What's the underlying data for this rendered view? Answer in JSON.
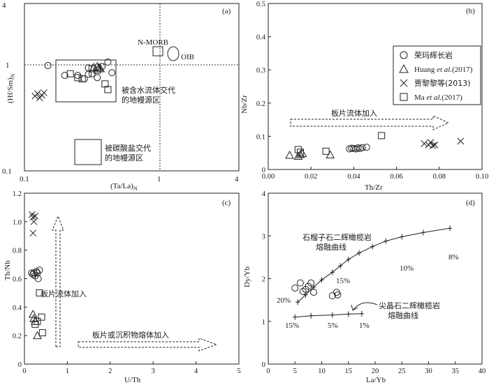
{
  "chart_data": [
    {
      "panel": "(a)",
      "type": "scatter",
      "xscale": "log",
      "yscale": "log",
      "xlim": [
        0.1,
        4
      ],
      "ylim": [
        0.1,
        4
      ],
      "xlabel": "(Ta/La)N",
      "ylabel": "(Hf/Sm)N",
      "xticks": [
        0.1,
        1,
        4
      ],
      "yticks": [
        0.1,
        1,
        4
      ],
      "reference_lines": {
        "x": 1,
        "y": 1
      },
      "series": [
        {
          "name": "荣玛辉长岩",
          "marker": "circle",
          "points": [
            [
              0.15,
              1.02
            ],
            [
              0.2,
              0.82
            ],
            [
              0.25,
              0.82
            ],
            [
              0.28,
              0.76
            ],
            [
              0.3,
              0.84
            ],
            [
              0.32,
              0.85
            ],
            [
              0.3,
              0.97
            ],
            [
              0.35,
              0.78
            ],
            [
              0.38,
              1.0
            ],
            [
              0.42,
              1.1
            ],
            [
              0.45,
              0.87
            ]
          ]
        },
        {
          "name": "Huang et al.(2017)",
          "marker": "triangle",
          "points": [
            [
              0.33,
              0.98
            ],
            [
              0.35,
              1.0
            ],
            [
              0.36,
              0.97
            ],
            [
              0.37,
              0.95
            ]
          ]
        },
        {
          "name": "贾黎黎等(2013)",
          "marker": "cross",
          "points": [
            [
              0.12,
              0.52
            ],
            [
              0.125,
              0.55
            ],
            [
              0.13,
              0.5
            ],
            [
              0.135,
              0.53
            ],
            [
              0.14,
              0.56
            ]
          ]
        },
        {
          "name": "Ma et al.(2017)",
          "marker": "square",
          "points": [
            [
              0.22,
              0.85
            ],
            [
              0.25,
              0.78
            ],
            [
              0.27,
              0.76
            ],
            [
              0.32,
              0.95
            ],
            [
              0.35,
              0.92
            ],
            [
              0.4,
              0.68
            ],
            [
              0.42,
              0.6
            ]
          ]
        }
      ],
      "annotations": [
        "N-MORB",
        "OIB",
        "被含水流体交代",
        "的地幔源区",
        "被碳酸盐交代",
        "的地幔源区"
      ]
    },
    {
      "panel": "(b)",
      "type": "scatter",
      "xlim": [
        0,
        0.1
      ],
      "ylim": [
        0,
        0.5
      ],
      "xlabel": "Th/Zr",
      "ylabel": "Nb/Zr",
      "xticks": [
        "0.00",
        "0.02",
        "0.04",
        "0.06",
        "0.08",
        "0.10"
      ],
      "yticks": [
        "0",
        "0.1",
        "0.2",
        "0.3",
        "0.4",
        "0.5"
      ],
      "legend": {
        "placement": "top-right",
        "entries": [
          {
            "marker": "circle",
            "label": "荣玛辉长岩"
          },
          {
            "marker": "triangle",
            "label": "Huang et al.(2017)"
          },
          {
            "marker": "cross",
            "label": "贾黎黎等(2013)"
          },
          {
            "marker": "square",
            "label": "Ma et al.(2017)"
          }
        ]
      },
      "series": [
        {
          "name": "荣玛辉长岩",
          "marker": "circle",
          "points": [
            [
              0.038,
              0.062
            ],
            [
              0.039,
              0.064
            ],
            [
              0.04,
              0.063
            ],
            [
              0.041,
              0.062
            ],
            [
              0.042,
              0.065
            ],
            [
              0.043,
              0.063
            ],
            [
              0.044,
              0.066
            ],
            [
              0.046,
              0.067
            ]
          ]
        },
        {
          "name": "Huang et al.(2017)",
          "marker": "triangle",
          "points": [
            [
              0.01,
              0.043
            ],
            [
              0.014,
              0.04
            ],
            [
              0.015,
              0.045
            ],
            [
              0.016,
              0.048
            ],
            [
              0.029,
              0.044
            ]
          ]
        },
        {
          "name": "贾黎黎等(2013)",
          "marker": "cross",
          "points": [
            [
              0.073,
              0.078
            ],
            [
              0.075,
              0.074
            ],
            [
              0.076,
              0.082
            ],
            [
              0.077,
              0.072
            ],
            [
              0.078,
              0.074
            ],
            [
              0.09,
              0.085
            ]
          ]
        },
        {
          "name": "Ma et al.(2017)",
          "marker": "square",
          "points": [
            [
              0.014,
              0.06
            ],
            [
              0.015,
              0.052
            ],
            [
              0.027,
              0.055
            ],
            [
              0.053,
              0.102
            ]
          ]
        }
      ],
      "annotations": [
        "板片流体加入"
      ]
    },
    {
      "panel": "(c)",
      "type": "scatter",
      "xlim": [
        0,
        5
      ],
      "ylim": [
        0,
        1.2
      ],
      "xlabel": "U/Th",
      "ylabel": "Th/Nb",
      "xticks": [
        "0",
        "1",
        "2",
        "3",
        "4",
        "5"
      ],
      "yticks": [
        "0",
        "0.2",
        "0.4",
        "0.6",
        "0.8",
        "1.0",
        "1.2"
      ],
      "series": [
        {
          "name": "荣玛辉长岩",
          "marker": "circle",
          "points": [
            [
              0.17,
              0.64
            ],
            [
              0.2,
              0.63
            ],
            [
              0.22,
              0.64
            ],
            [
              0.25,
              0.62
            ],
            [
              0.28,
              0.65
            ],
            [
              0.3,
              0.64
            ],
            [
              0.32,
              0.6
            ],
            [
              0.35,
              0.66
            ]
          ]
        },
        {
          "name": "Huang et al.(2017)",
          "marker": "triangle",
          "points": [
            [
              0.2,
              0.35
            ],
            [
              0.22,
              0.32
            ],
            [
              0.25,
              0.3
            ],
            [
              0.3,
              0.2
            ]
          ]
        },
        {
          "name": "贾黎黎等(2013)",
          "marker": "cross",
          "points": [
            [
              0.18,
              1.05
            ],
            [
              0.2,
              1.03
            ],
            [
              0.22,
              1.0
            ],
            [
              0.25,
              1.04
            ],
            [
              0.2,
              0.92
            ]
          ]
        },
        {
          "name": "Ma et al.(2017)",
          "marker": "square",
          "points": [
            [
              0.3,
              0.3
            ],
            [
              0.35,
              0.5
            ],
            [
              0.4,
              0.33
            ],
            [
              0.42,
              0.22
            ],
            [
              0.25,
              0.28
            ]
          ]
        }
      ],
      "annotations": [
        "板片流体加入",
        "板片或沉积物熔体加入"
      ]
    },
    {
      "panel": "(d)",
      "type": "scatter",
      "xlim": [
        0,
        40
      ],
      "ylim": [
        0,
        4
      ],
      "xlabel": "La/Yb",
      "ylabel": "Dy/Yb",
      "xticks": [
        "0",
        "5",
        "10",
        "15",
        "20",
        "25",
        "30",
        "35",
        "40"
      ],
      "yticks": [
        "0",
        "1",
        "2",
        "3",
        "4"
      ],
      "series": [
        {
          "name": "荣玛辉长岩",
          "marker": "circle",
          "points": [
            [
              5,
              1.78
            ],
            [
              6,
              1.9
            ],
            [
              6.5,
              1.7
            ],
            [
              7,
              1.75
            ],
            [
              7.5,
              1.82
            ],
            [
              8,
              1.9
            ],
            [
              8.5,
              1.68
            ],
            [
              12,
              1.6
            ],
            [
              13,
              1.62
            ],
            [
              12.8,
              1.68
            ]
          ]
        }
      ],
      "curves": [
        {
          "name": "石榴子石二辉橄榄岩熔融曲线",
          "points": [
            [
              5.5,
              1.45
            ],
            [
              7,
              1.62
            ],
            [
              8.5,
              1.8
            ],
            [
              10,
              1.97
            ],
            [
              12,
              2.15
            ],
            [
              13.5,
              2.3
            ],
            [
              15,
              2.45
            ],
            [
              17,
              2.6
            ],
            [
              19.5,
              2.75
            ],
            [
              22,
              2.88
            ],
            [
              25,
              2.98
            ],
            [
              29,
              3.08
            ],
            [
              34,
              3.18
            ]
          ]
        },
        {
          "name": "尖晶石二辉橄榄岩熔融曲线",
          "points": [
            [
              5,
              1.1
            ],
            [
              8,
              1.13
            ],
            [
              12,
              1.15
            ],
            [
              15,
              1.17
            ],
            [
              17.5,
              1.18
            ]
          ]
        }
      ],
      "annotations": [
        "石榴子石二辉橄榄岩",
        "熔融曲线",
        "尖晶石二辉橄榄岩",
        "熔融曲线",
        "20%",
        "15%",
        "10%",
        "8%",
        "15%",
        "5%",
        "1%"
      ]
    }
  ]
}
